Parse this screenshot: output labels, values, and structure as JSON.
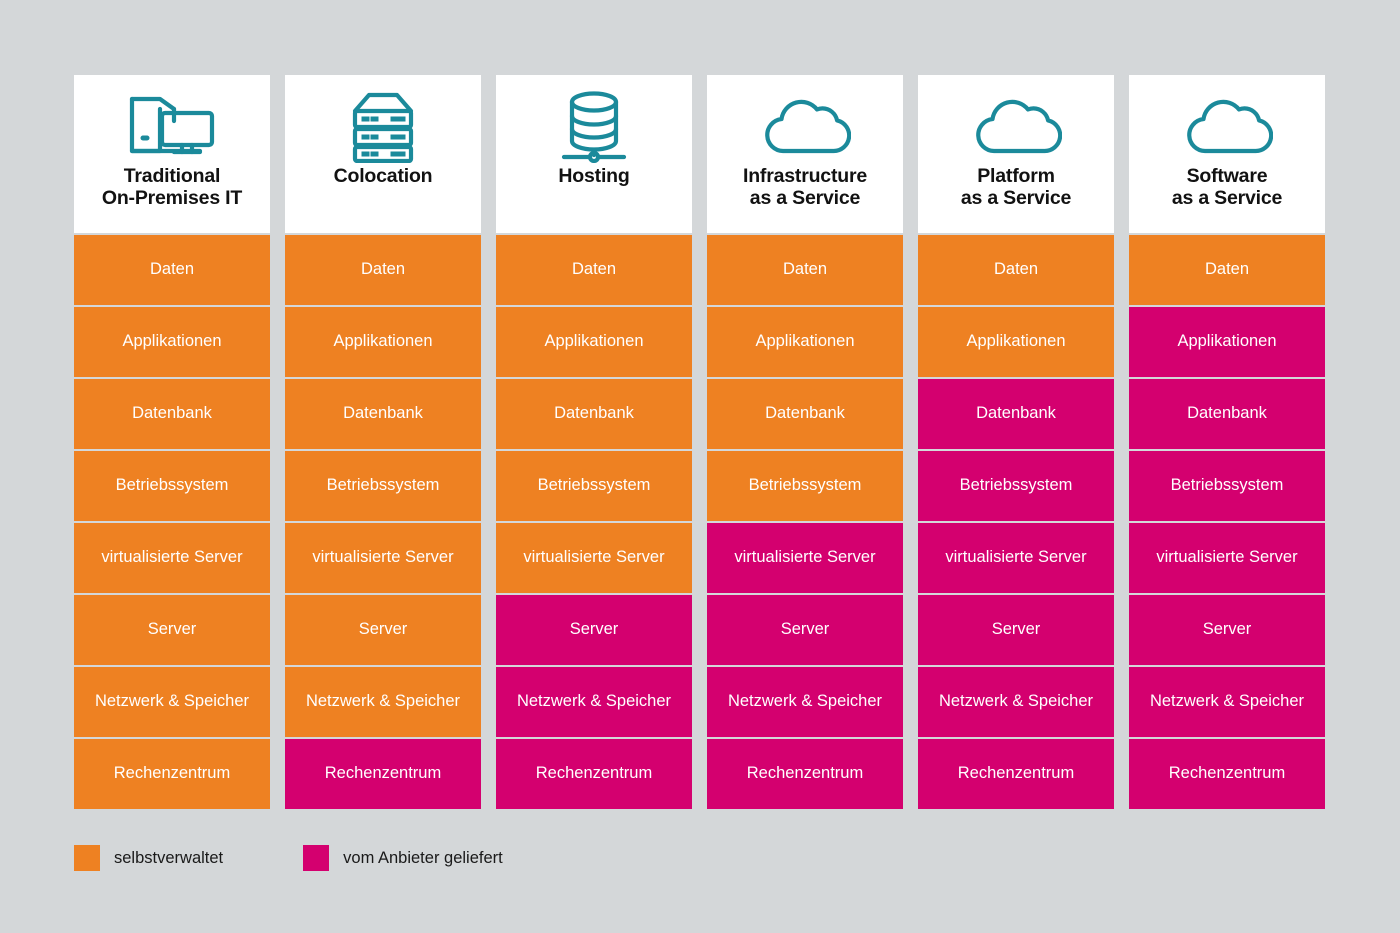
{
  "colors": {
    "background": "#d4d7d9",
    "header_card": "#ffffff",
    "self_managed": "#ee8122",
    "vendor_provided": "#d4006f",
    "icon": "#1b8a9b",
    "title_text": "#121212",
    "cell_text": "#ffffff"
  },
  "layers": [
    "Daten",
    "Applikationen",
    "Datenbank",
    "Betriebssystem",
    "virtualisierte Server",
    "Server",
    "Netzwerk & Speicher",
    "Rechenzentrum"
  ],
  "columns": [
    {
      "id": "traditional-on-premises-it",
      "title": "Traditional On-Premises IT",
      "title_line1": "Traditional",
      "title_line2": "On-Premises IT",
      "icon": "desktop-computer-icon",
      "cells": [
        {
          "label": "Daten",
          "owner": "self"
        },
        {
          "label": "Applikationen",
          "owner": "self"
        },
        {
          "label": "Datenbank",
          "owner": "self"
        },
        {
          "label": "Betriebssystem",
          "owner": "self"
        },
        {
          "label": "virtualisierte Server",
          "owner": "self"
        },
        {
          "label": "Server",
          "owner": "self"
        },
        {
          "label": "Netzwerk & Speicher",
          "owner": "self"
        },
        {
          "label": "Rechenzentrum",
          "owner": "self"
        }
      ]
    },
    {
      "id": "colocation",
      "title": "Colocation",
      "title_line1": "Colocation",
      "title_line2": "",
      "icon": "server-rack-icon",
      "cells": [
        {
          "label": "Daten",
          "owner": "self"
        },
        {
          "label": "Applikationen",
          "owner": "self"
        },
        {
          "label": "Datenbank",
          "owner": "self"
        },
        {
          "label": "Betriebssystem",
          "owner": "self"
        },
        {
          "label": "virtualisierte Server",
          "owner": "self"
        },
        {
          "label": "Server",
          "owner": "self"
        },
        {
          "label": "Netzwerk & Speicher",
          "owner": "self"
        },
        {
          "label": "Rechenzentrum",
          "owner": "vendor"
        }
      ]
    },
    {
      "id": "hosting",
      "title": "Hosting",
      "title_line1": "Hosting",
      "title_line2": "",
      "icon": "database-network-icon",
      "cells": [
        {
          "label": "Daten",
          "owner": "self"
        },
        {
          "label": "Applikationen",
          "owner": "self"
        },
        {
          "label": "Datenbank",
          "owner": "self"
        },
        {
          "label": "Betriebssystem",
          "owner": "self"
        },
        {
          "label": "virtualisierte Server",
          "owner": "self"
        },
        {
          "label": "Server",
          "owner": "vendor"
        },
        {
          "label": "Netzwerk & Speicher",
          "owner": "vendor"
        },
        {
          "label": "Rechenzentrum",
          "owner": "vendor"
        }
      ]
    },
    {
      "id": "infrastructure-as-a-service",
      "title": "Infrastructure as a Service",
      "title_line1": "Infrastructure",
      "title_line2": "as a Service",
      "icon": "cloud-icon",
      "cells": [
        {
          "label": "Daten",
          "owner": "self"
        },
        {
          "label": "Applikationen",
          "owner": "self"
        },
        {
          "label": "Datenbank",
          "owner": "self"
        },
        {
          "label": "Betriebssystem",
          "owner": "self"
        },
        {
          "label": "virtualisierte Server",
          "owner": "vendor"
        },
        {
          "label": "Server",
          "owner": "vendor"
        },
        {
          "label": "Netzwerk & Speicher",
          "owner": "vendor"
        },
        {
          "label": "Rechenzentrum",
          "owner": "vendor"
        }
      ]
    },
    {
      "id": "platform-as-a-service",
      "title": "Platform as a Service",
      "title_line1": "Platform",
      "title_line2": "as a Service",
      "icon": "cloud-icon",
      "cells": [
        {
          "label": "Daten",
          "owner": "self"
        },
        {
          "label": "Applikationen",
          "owner": "self"
        },
        {
          "label": "Datenbank",
          "owner": "vendor"
        },
        {
          "label": "Betriebssystem",
          "owner": "vendor"
        },
        {
          "label": "virtualisierte Server",
          "owner": "vendor"
        },
        {
          "label": "Server",
          "owner": "vendor"
        },
        {
          "label": "Netzwerk & Speicher",
          "owner": "vendor"
        },
        {
          "label": "Rechenzentrum",
          "owner": "vendor"
        }
      ]
    },
    {
      "id": "software-as-a-service",
      "title": "Software as a Service",
      "title_line1": "Software",
      "title_line2": "as a Service",
      "icon": "cloud-icon",
      "cells": [
        {
          "label": "Daten",
          "owner": "self"
        },
        {
          "label": "Applikationen",
          "owner": "vendor"
        },
        {
          "label": "Datenbank",
          "owner": "vendor"
        },
        {
          "label": "Betriebssystem",
          "owner": "vendor"
        },
        {
          "label": "virtualisierte Server",
          "owner": "vendor"
        },
        {
          "label": "Server",
          "owner": "vendor"
        },
        {
          "label": "Netzwerk & Speicher",
          "owner": "vendor"
        },
        {
          "label": "Rechenzentrum",
          "owner": "vendor"
        }
      ]
    }
  ],
  "legend": [
    {
      "id": "self",
      "label": "selbstverwaltet",
      "color": "#ee8122"
    },
    {
      "id": "vendor",
      "label": "vom Anbieter geliefert",
      "color": "#d4006f"
    }
  ]
}
